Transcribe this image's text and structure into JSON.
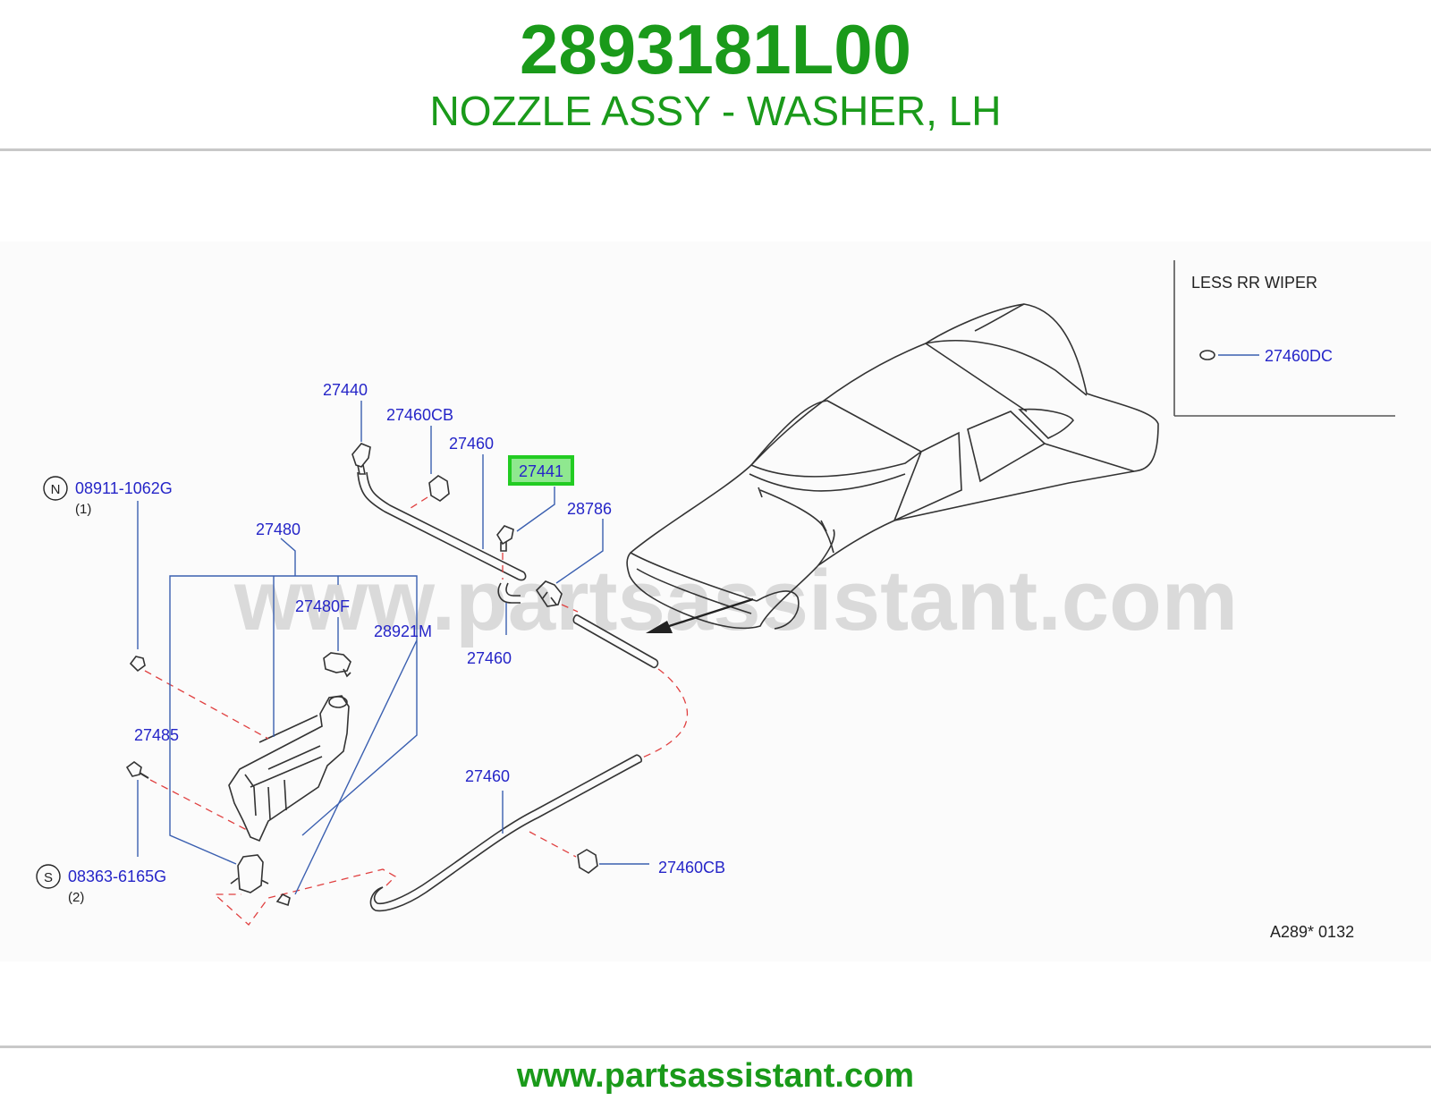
{
  "header": {
    "part_number": "2893181L00",
    "part_name": "NOZZLE ASSY - WASHER, LH"
  },
  "diagram": {
    "watermark": "www.partsassistant.com",
    "inset_title": "LESS  RR  WIPER",
    "highlight_color": "#22cc22",
    "label_color": "#2525c8",
    "dashed_line_color": "#e04040",
    "callouts": {
      "c27440": "27440",
      "c27460cb_top": "27460CB",
      "c27460_top": "27460",
      "c27441": "27441",
      "c28786": "28786",
      "c08911": "08911-1062G",
      "c08911_qty": "(1)",
      "c08911_symbol": "N",
      "c27480": "27480",
      "c27480f": "27480F",
      "c28921m": "28921M",
      "c27460_mid": "27460",
      "c27485": "27485",
      "c27460_low": "27460",
      "c08363": "08363-6165G",
      "c08363_qty": "(2)",
      "c08363_symbol": "S",
      "c27460cb_low": "27460CB",
      "c27460dc": "27460DC",
      "diagram_code": "A289*   0132"
    },
    "highlighted_callout": "27441"
  },
  "footer": {
    "url": "www.partsassistant.com"
  }
}
